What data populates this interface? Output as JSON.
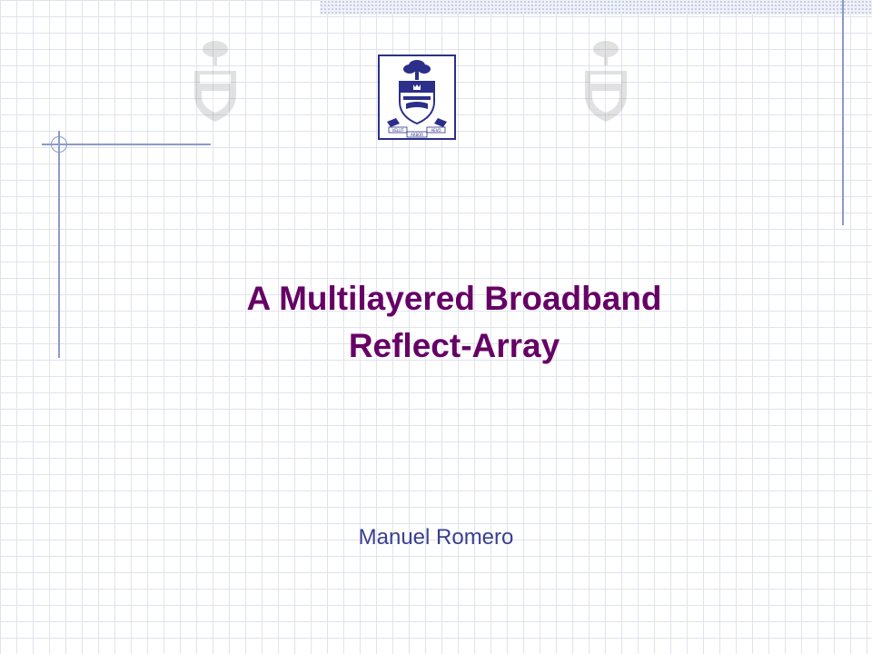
{
  "slide": {
    "title_line1": "A Multilayered Broadband",
    "title_line2": "Reflect-Array",
    "author": "Manuel Romero"
  },
  "crest": {
    "motto_left": "VELUT",
    "motto_right": "AEVO",
    "motto_bottom": "ARBOR"
  },
  "colors": {
    "title": "#660066",
    "author": "#3a3f8f",
    "accent_rule": "#8d9ac8",
    "crest": "#2b2f8a"
  }
}
